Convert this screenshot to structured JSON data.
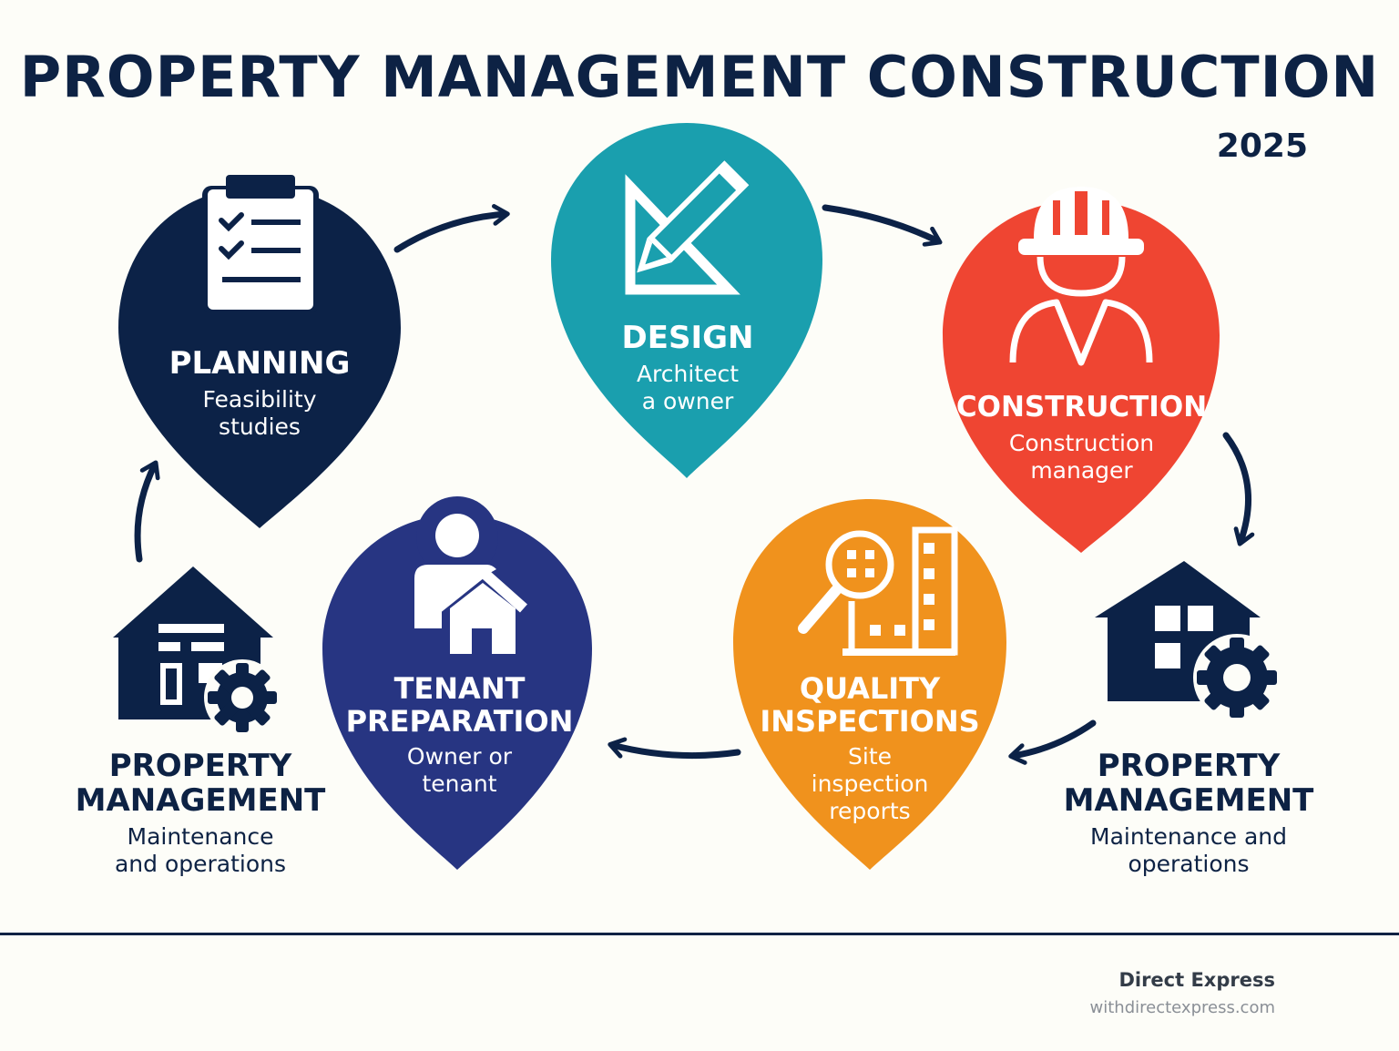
{
  "title": "PROPERTY MANAGEMENT CONSTRUCTION",
  "year": "2025",
  "colors": {
    "navy": "#0c2247",
    "teal": "#1a9fae",
    "red": "#ef4532",
    "orange": "#f0921d",
    "indigo": "#273582",
    "background": "#fdfdf8"
  },
  "steps": {
    "planning": {
      "title": "PLANNING",
      "subtitle_1": "Feasibility",
      "subtitle_2": "studies",
      "icon": "clipboard-checklist-icon"
    },
    "design": {
      "title": "DESIGN",
      "subtitle_1": "Architect",
      "subtitle_2": "a owner",
      "icon": "pencil-triangle-icon"
    },
    "construction": {
      "title": "CONSTRUCTION",
      "subtitle_1": "Construction",
      "subtitle_2": "manager",
      "icon": "hard-hat-worker-icon"
    },
    "quality": {
      "title_1": "QUALITY",
      "title_2": "INSPECTIONS",
      "subtitle_1": "Site",
      "subtitle_2": "inspection",
      "subtitle_3": "reports",
      "icon": "magnifier-building-icon"
    },
    "tenant": {
      "title_1": "TENANT",
      "title_2": "PREPARATION",
      "subtitle_1": "Owner or",
      "subtitle_2": "tenant",
      "icon": "person-house-icon"
    }
  },
  "property_left": {
    "title_1": "PROPERTY",
    "title_2": "MANAGEMENT",
    "subtitle_1": "Maintenance",
    "subtitle_2": "and operations",
    "icon": "house-gear-icon"
  },
  "property_right": {
    "title_1": "PROPERTY",
    "title_2": "MANAGEMENT",
    "subtitle_1": "Maintenance and",
    "subtitle_2": "operations",
    "icon": "house-gear-icon"
  },
  "footer": {
    "brand": "Direct Express",
    "url": "withdirectexpress.com"
  }
}
